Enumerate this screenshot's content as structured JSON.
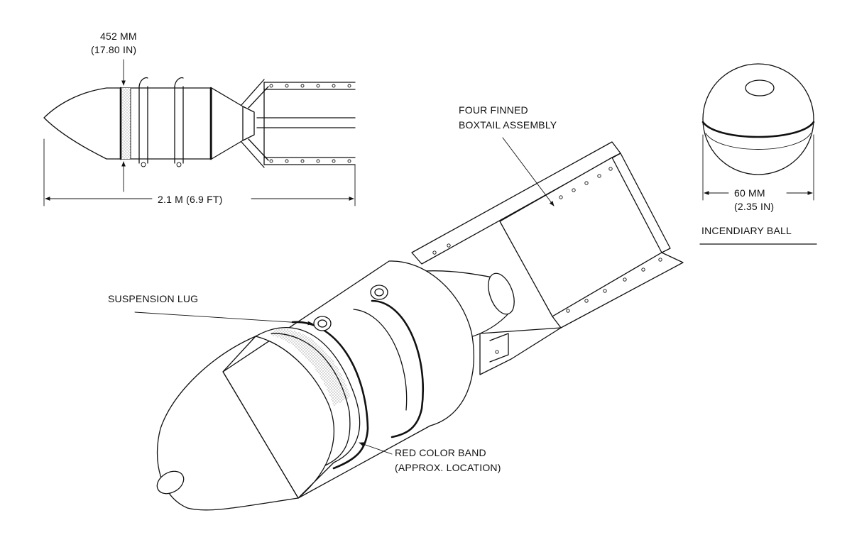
{
  "labels": {
    "diameter_mm": "452 MM",
    "diameter_in": "(17.80 IN)",
    "length": "2.1 M (6.9 FT)",
    "fins": "FOUR FINNED",
    "fins2": "BOXTAIL ASSEMBLY",
    "ball_mm": "60 MM",
    "ball_in": "(2.35 IN)",
    "ball_name": "INCENDIARY BALL",
    "lug": "SUSPENSION LUG",
    "band": "RED COLOR BAND",
    "band2": "(APPROX. LOCATION)"
  }
}
